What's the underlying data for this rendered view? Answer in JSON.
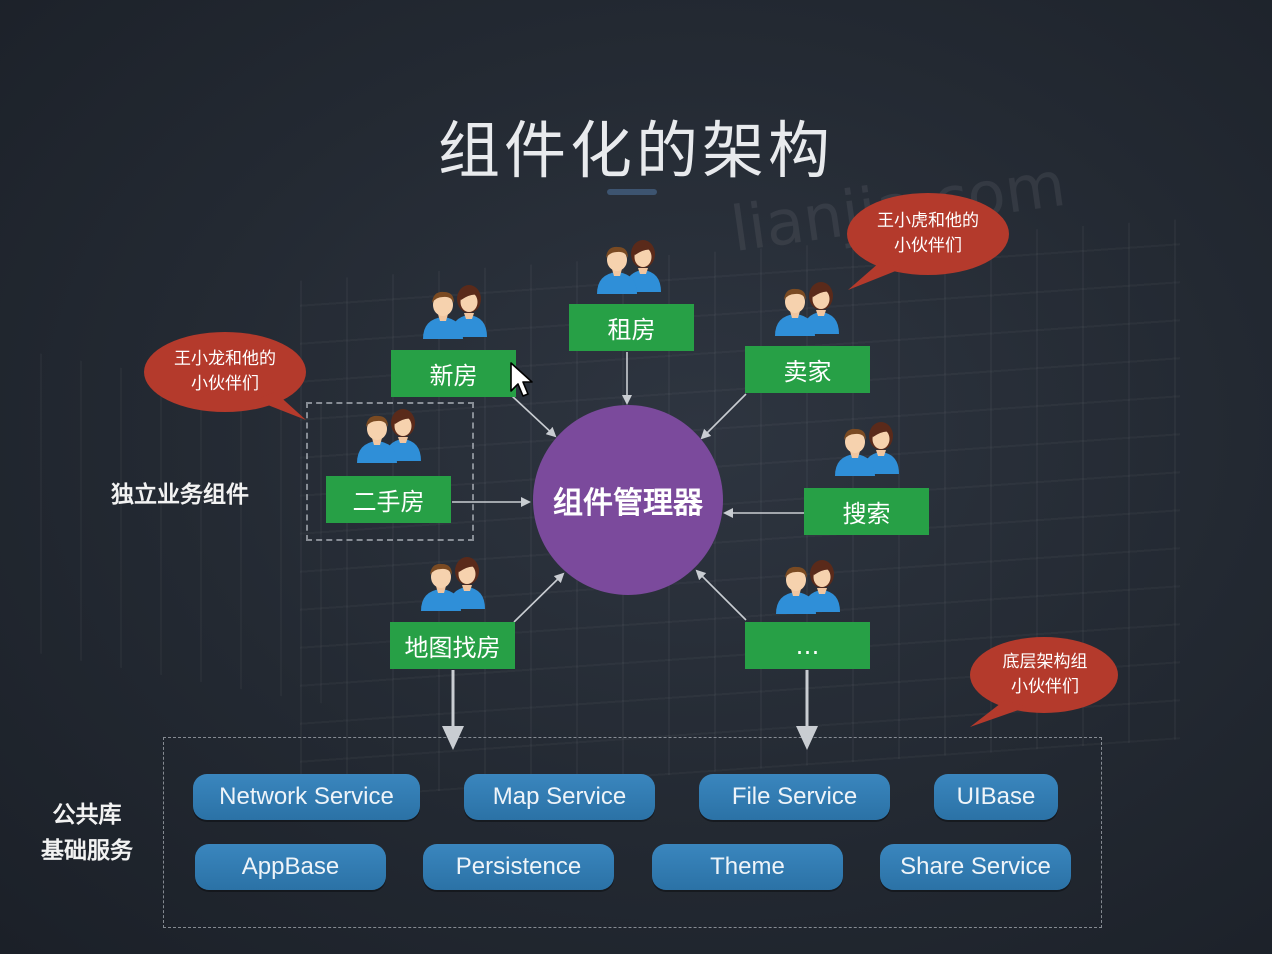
{
  "title": "组件化的架构",
  "manager": "组件管理器",
  "components": {
    "xinfang": "新房",
    "zufang": "租房",
    "maijia": "卖家",
    "ershoufang": "二手房",
    "sousuo": "搜索",
    "ditu": "地图找房",
    "more": "…"
  },
  "labels": {
    "independent": "独立业务组件",
    "public_line1": "公共库",
    "public_line2": "基础服务"
  },
  "bubbles": {
    "left_line1": "王小龙和他的",
    "left_line2": "小伙伴们",
    "top_right_line1": "王小虎和他的",
    "top_right_line2": "小伙伴们",
    "bottom_right_line1": "底层架构组",
    "bottom_right_line2": "小伙伴们"
  },
  "services_row1": [
    "Network Service",
    "Map Service",
    "File Service",
    "UIBase"
  ],
  "services_row2": [
    "AppBase",
    "Persistence",
    "Theme",
    "Share Service"
  ],
  "background_text": "lianjia.com",
  "colors": {
    "component_green": "#27a046",
    "manager_purple": "#7b4a9c",
    "service_blue": "#2f7ab2",
    "bubble_red": "#b43a2c"
  },
  "icons": [
    "people-icon",
    "cursor-icon"
  ]
}
